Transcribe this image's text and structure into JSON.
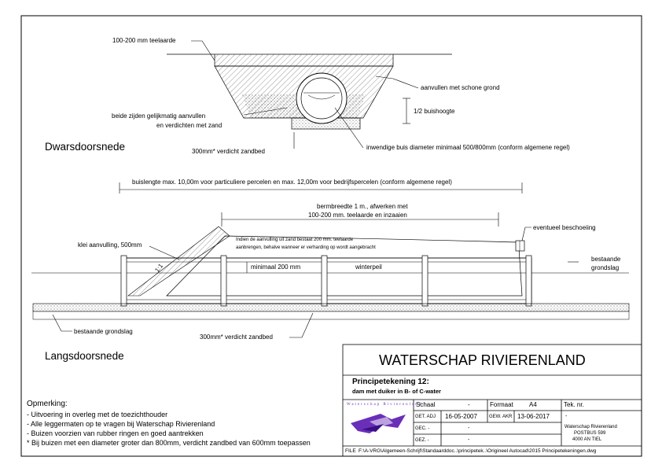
{
  "cross_section": {
    "title": "Dwarsdoorsnede",
    "labels": {
      "topsoil": "100-200 mm teelaarde",
      "refill_clean": "aanvullen met schone grond",
      "both_sides_1": "beide zijden gelijkmatig aanvullen",
      "both_sides_2": "en verdichten met zand",
      "half_pipe": "1/2 buishoogte",
      "sand_bed": "300mm* verdicht zandbed",
      "pipe_diameter": "inwendige buis diameter minimaal 500/800mm (conform algemene regel)"
    }
  },
  "long_section": {
    "title": "Langsdoorsnede",
    "labels": {
      "pipe_length": "buislengte max. 10,00m voor particuliere percelen en max. 12,00m voor bedrijfspercelen (conform algemene regel)",
      "berm_1": "bermbreedte 1 m., afwerken met",
      "berm_2": "100-200 mm. teelaarde en inzaaien",
      "revetment": "eventueel beschoeiing",
      "clay": "klei aanvulling, 500mm",
      "sand_note_1": "Indien de aanvulling uit zand bestaat 200 mm. teelaarde",
      "sand_note_2": "aanbrengen, behalve wanneer er verharding op wordt aangebracht",
      "min_cover": "minimaal 200 mm",
      "winter_level": "winterpeil",
      "slope": "1:1",
      "existing_soil_right_1": "bestaande",
      "existing_soil_right_2": "grondslag",
      "existing_soil_left": "bestaande grondslag",
      "sand_bed": "300mm* verdicht zandbed"
    }
  },
  "remarks": {
    "heading": "Opmerking:",
    "items": [
      "- Uitvoering in overleg met de toezichthouder",
      "- Alle leggermaten op te vragen bij Waterschap Rivierenland",
      "- Buizen voorzien van rubber ringen en goed aantrekken",
      "* Bij buizen met een diameter groter dan 800mm, verdicht zandbed van 600mm toepassen"
    ]
  },
  "title_block": {
    "org": "WATERSCHAP RIVIERENLAND",
    "drawing_title": "Principetekening 12:",
    "drawing_subtitle": "dam met duiker in B- of C-water",
    "logo_text": "Waterschap Rivierenland",
    "scale_label": "Schaal",
    "scale_value": "-",
    "format_label": "Formaat",
    "format_value": "A4",
    "drawing_no_label": "Tek. nr.",
    "drawing_no_value": "-",
    "drawn_label": "GET. ADJ",
    "drawn_date": "16-05-2007",
    "modified_label": "GEW. AKR",
    "modified_date": "13-06-2017",
    "checked_label": "GEC. -",
    "checked_value": "-",
    "approved_label": "GEZ. -",
    "approved_value": "-",
    "address_1": "Waterschap Rivierenland",
    "address_2": "POSTBUS 599",
    "address_3": "4000 AN TIEL",
    "file_label": "FILE",
    "file_path": "F:\\A-VRG\\Algemeen-Schrijf\\Standaarddoc..\\principetek..\\Origineel Autocad\\2015 Principetekeningen.dwg"
  },
  "colors": {
    "line": "#000000",
    "logo_purple": "#6a2fb8"
  }
}
